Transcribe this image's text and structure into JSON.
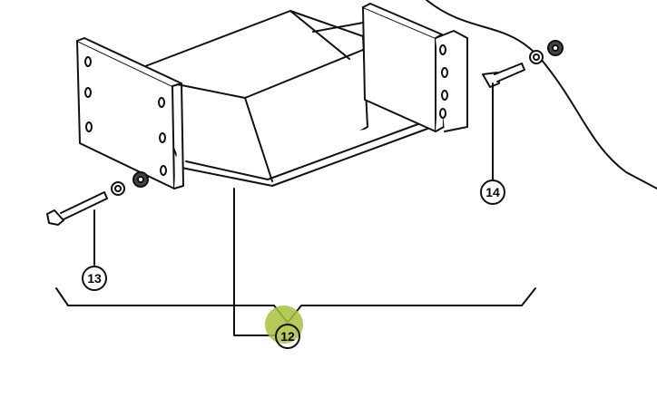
{
  "diagram": {
    "callouts": [
      {
        "id": "12",
        "label": "12",
        "highlighted": true
      },
      {
        "id": "13",
        "label": "13"
      },
      {
        "id": "14",
        "label": "14"
      }
    ],
    "highlight_color": "#a8c23c",
    "line_color": "#111111"
  }
}
